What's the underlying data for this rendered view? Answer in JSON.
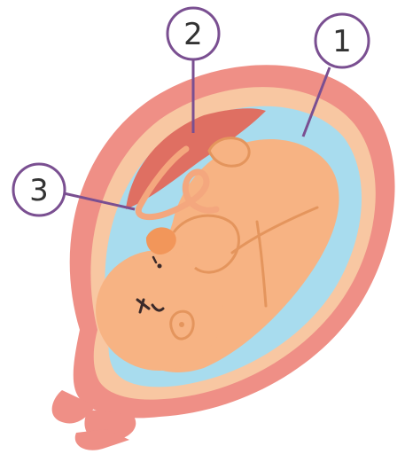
{
  "labels": [
    {
      "id": "1",
      "text": "1"
    },
    {
      "id": "2",
      "text": "2"
    },
    {
      "id": "3",
      "text": "3"
    }
  ],
  "colors": {
    "uterus_wall": "#ef8f86",
    "uterus_lining": "#f8c7a2",
    "amniotic_fluid": "#a8dcee",
    "fetus": "#f7b383",
    "fetus_shadow": "#e4955d",
    "placenta": "#df6f62",
    "umbilical_cord": "#f4a77e",
    "callout_line": "#7a4f91",
    "callout_circle_stroke": "#7a4f91",
    "callout_circle_fill": "#ffffff"
  }
}
